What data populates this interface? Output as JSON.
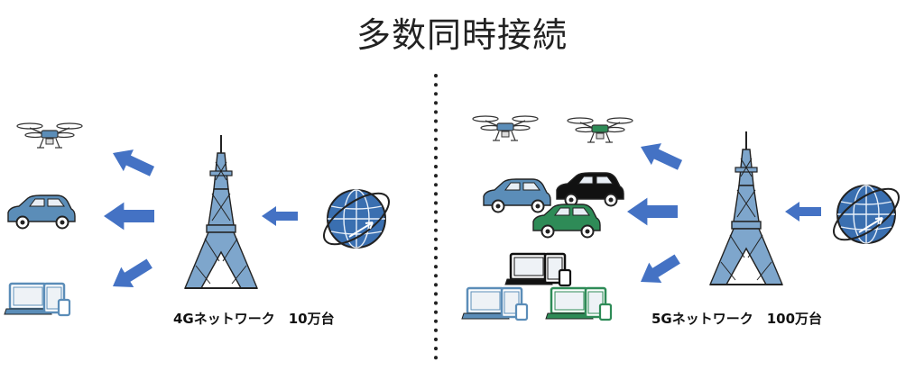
{
  "title": "多数同時接続",
  "left_panel": {
    "network_label": "4Gネットワーク　10万台"
  },
  "right_panel": {
    "network_label": "5Gネットワーク　100万台"
  },
  "colors": {
    "arrow": "#4472c4",
    "device_blue": "#5b8db8",
    "device_green": "#2e8b57",
    "device_black": "#111111",
    "tower": "#7ea6cc",
    "globe": "#3a6fb0"
  },
  "icons": {
    "drone": "drone-icon",
    "car": "car-icon",
    "devices": "laptop-tablet-phone-icon",
    "tower": "tokyo-tower-icon",
    "globe": "internet-globe-icon"
  }
}
